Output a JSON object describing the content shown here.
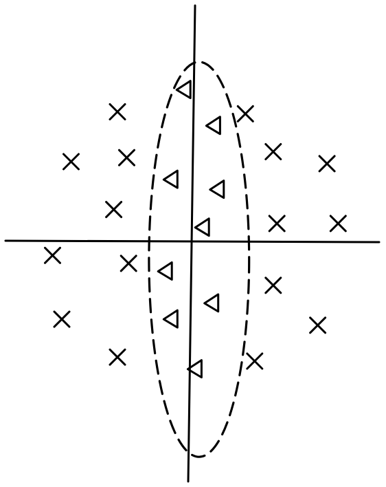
{
  "figure": {
    "description_text": "",
    "marker_types": [
      "cross",
      "triangle"
    ]
  },
  "chart_data": {
    "type": "scatter",
    "title": "",
    "xlabel": "",
    "ylabel": "",
    "xlim": [
      -10,
      10
    ],
    "ylim": [
      -11,
      11
    ],
    "grid": false,
    "axes": "cross-through-origin",
    "series": [
      {
        "marker": "cross",
        "points": [
          [
            -4.0,
            6.5
          ],
          [
            -6.5,
            4.0
          ],
          [
            -3.5,
            4.2
          ],
          [
            -4.2,
            1.6
          ],
          [
            -7.5,
            -0.7
          ],
          [
            -3.4,
            -1.1
          ],
          [
            -7.0,
            -3.9
          ],
          [
            -4.0,
            -5.8
          ],
          [
            2.9,
            6.4
          ],
          [
            4.4,
            4.5
          ],
          [
            7.3,
            3.9
          ],
          [
            4.6,
            0.9
          ],
          [
            7.9,
            0.9
          ],
          [
            4.4,
            -2.2
          ],
          [
            6.8,
            -4.2
          ],
          [
            3.4,
            -6.0
          ]
        ]
      },
      {
        "marker": "triangle",
        "points": [
          [
            -0.4,
            7.6
          ],
          [
            1.2,
            5.8
          ],
          [
            -1.1,
            3.1
          ],
          [
            1.4,
            2.6
          ],
          [
            0.6,
            0.7
          ],
          [
            -1.4,
            -1.5
          ],
          [
            1.1,
            -3.1
          ],
          [
            -1.1,
            -3.9
          ],
          [
            0.2,
            -6.4
          ]
        ]
      }
    ],
    "region": {
      "shape": "ellipse",
      "line_style": "dashed",
      "center": [
        0.4,
        -0.9
      ],
      "radius_x": 2.7,
      "radius_y": 9.9
    }
  }
}
